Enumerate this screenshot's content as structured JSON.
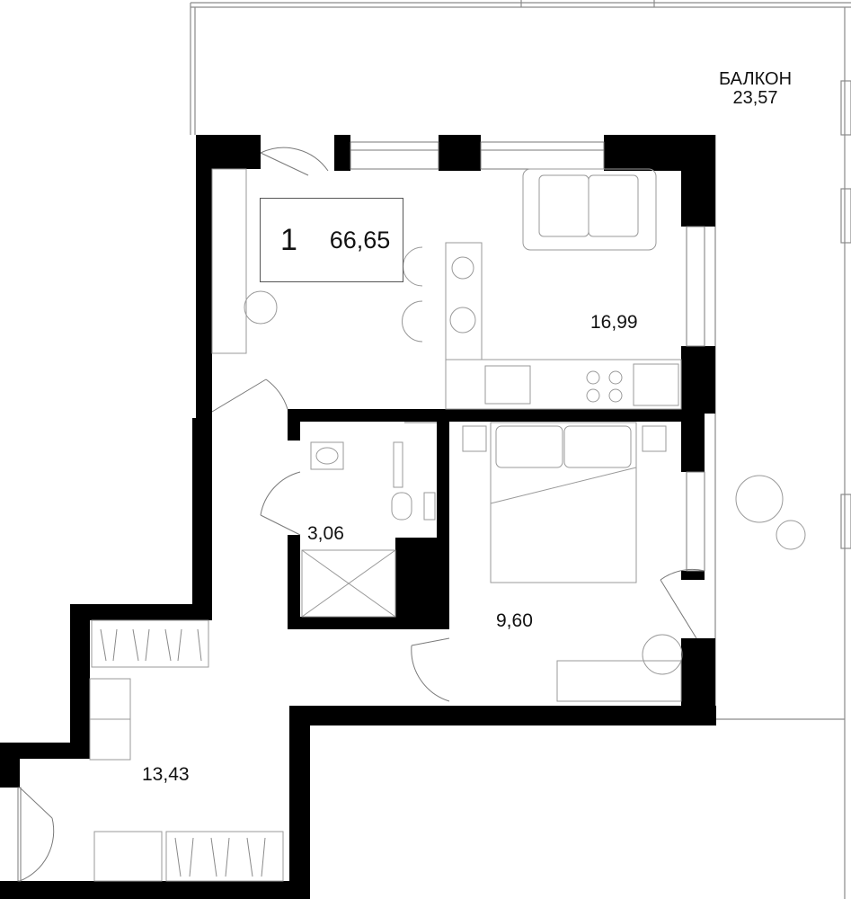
{
  "colors": {
    "wall": "#000000",
    "badge_accent": "#a9d3f0",
    "line": "#8a8a8a"
  },
  "summary": {
    "rooms": "1",
    "total_area": "66,65"
  },
  "balcony": {
    "name": "БАЛКОН",
    "area": "23,57"
  },
  "rooms": {
    "living_kitchen": {
      "area": "16,99"
    },
    "bathroom": {
      "area": "3,06"
    },
    "bedroom": {
      "area": "9,60"
    },
    "hallway": {
      "area": "13,43"
    }
  }
}
